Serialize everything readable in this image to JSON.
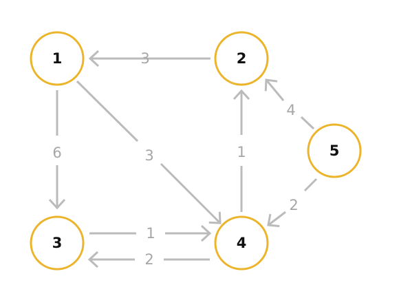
{
  "colors": {
    "node_stroke": "#ECB42A",
    "node_fill": "#FFFFFF",
    "node_text": "#111111",
    "edge": "#BBBBBB",
    "weight_text": "#A6A6A6"
  },
  "nodes": [
    {
      "id": "1",
      "label": "1"
    },
    {
      "id": "2",
      "label": "2"
    },
    {
      "id": "3",
      "label": "3"
    },
    {
      "id": "4",
      "label": "4"
    },
    {
      "id": "5",
      "label": "5"
    }
  ],
  "edges": [
    {
      "from": "2",
      "to": "1",
      "weight": "3"
    },
    {
      "from": "1",
      "to": "3",
      "weight": "6"
    },
    {
      "from": "1",
      "to": "4",
      "weight": "3"
    },
    {
      "from": "4",
      "to": "2",
      "weight": "1"
    },
    {
      "from": "5",
      "to": "2",
      "weight": "4"
    },
    {
      "from": "5",
      "to": "4",
      "weight": "2"
    },
    {
      "from": "3",
      "to": "4",
      "weight": "1"
    },
    {
      "from": "4",
      "to": "3",
      "weight": "2"
    }
  ]
}
